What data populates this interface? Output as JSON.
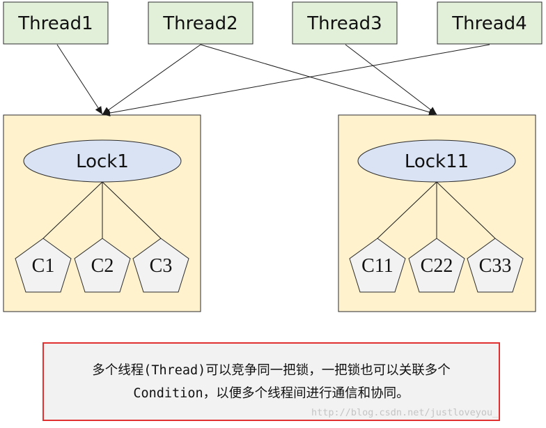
{
  "threads": [
    {
      "label": "Thread1"
    },
    {
      "label": "Thread2"
    },
    {
      "label": "Thread3"
    },
    {
      "label": "Thread4"
    }
  ],
  "locks": [
    {
      "label": "Lock1",
      "conditions": [
        "C1",
        "C2",
        "C3"
      ]
    },
    {
      "label": "Lock11",
      "conditions": [
        "C11",
        "C22",
        "C33"
      ]
    }
  ],
  "edges": [
    {
      "from": "Thread1",
      "to": "Lock1"
    },
    {
      "from": "Thread2",
      "to": "Lock1"
    },
    {
      "from": "Thread2",
      "to": "Lock11"
    },
    {
      "from": "Thread3",
      "to": "Lock11"
    },
    {
      "from": "Thread4",
      "to": "Lock1"
    }
  ],
  "note": {
    "line1": "多个线程(Thread)可以竞争同一把锁，一把锁也可以关联多个",
    "line2": "Condition，以便多个线程间进行通信和协同。"
  },
  "watermark": "http://blog.csdn.net/justloveyou_",
  "colors": {
    "thread_fill": "#e2efd9",
    "lock_panel_fill": "#fff2cc",
    "lock_ellipse_fill": "#dae3f3",
    "condition_fill": "#f2f2f2",
    "note_border": "#e03030"
  }
}
